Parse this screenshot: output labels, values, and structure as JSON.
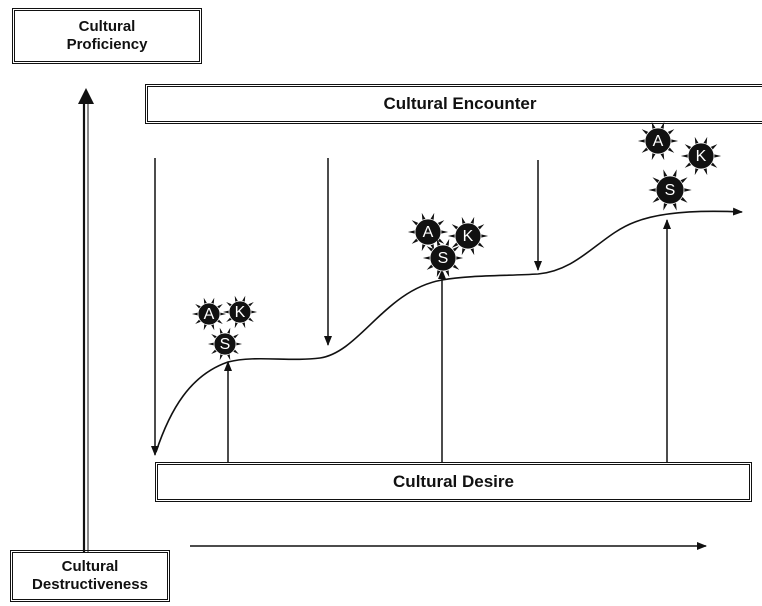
{
  "labels": {
    "top_left": [
      "Cultural",
      "Proficiency"
    ],
    "bottom_left": [
      "Cultural",
      "Destructiveness"
    ],
    "encounter": "Cultural Encounter",
    "desire": "Cultural Desire"
  },
  "badge_letters": {
    "a": "A",
    "k": "K",
    "s": "S"
  },
  "colors": {
    "ink": "#111111",
    "background": "#ffffff"
  }
}
